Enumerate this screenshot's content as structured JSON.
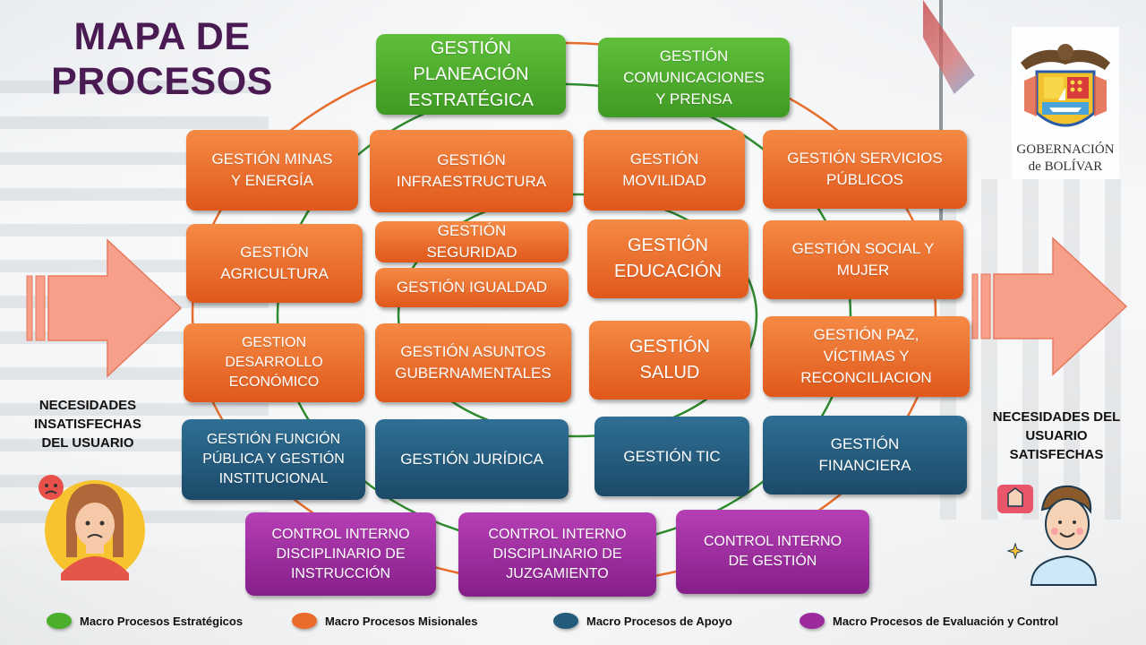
{
  "title": {
    "line1": "MAPA DE",
    "line2": "PROCESOS"
  },
  "logo": {
    "line1": "GOBERNACIÓN",
    "line2": "de BOLÍVAR"
  },
  "needs": {
    "left": "NECESIDADES\nINSATISFECHAS\nDEL USUARIO",
    "right": "NECESIDADES DEL\nUSUARIO\nSATISFECHAS"
  },
  "colors": {
    "strategic": "#4caf2c",
    "missional": "#ea6a2a",
    "support": "#245a7c",
    "evaluation": "#9c2a9e"
  },
  "processes": {
    "planeacion": "GESTIÓN\nPLANEACIÓN\nESTRATÉGICA",
    "comunicaciones": "GESTIÓN\nCOMUNICACIONES\nY PRENSA",
    "minas": "GESTIÓN MINAS\nY ENERGÍA",
    "infraestructura": "GESTIÓN\nINFRAESTRUCTURA",
    "movilidad": "GESTIÓN\nMOVILIDAD",
    "servicios": "GESTIÓN SERVICIOS\nPÚBLICOS",
    "agricultura": "GESTIÓN\nAGRICULTURA",
    "seguridad": "GESTIÓN\nSEGURIDAD",
    "igualdad": "GESTIÓN IGUALDAD",
    "educacion": "GESTIÓN\nEDUCACIÓN",
    "social": "GESTIÓN SOCIAL Y\nMUJER",
    "desarrollo": "GESTION\nDESARROLLO\nECONÓMICO",
    "asuntos": "GESTIÓN ASUNTOS\nGUBERNAMENTALES",
    "salud": "GESTIÓN\nSALUD",
    "paz": "GESTIÓN PAZ,\nVÍCTIMAS Y\nRECONCILIACION",
    "funcion_publica": "GESTIÓN FUNCIÓN\nPÚBLICA Y GESTIÓN\nINSTITUCIONAL",
    "juridica": "GESTIÓN JURÍDICA",
    "tic": "GESTIÓN TIC",
    "financiera": "GESTIÓN\nFINANCIERA",
    "ci_instruccion": "CONTROL INTERNO\nDISCIPLINARIO DE\nINSTRUCCIÓN",
    "ci_juzgamiento": "CONTROL INTERNO\nDISCIPLINARIO DE\nJUZGAMIENTO",
    "ci_gestion": "CONTROL INTERNO\nDE GESTIÓN"
  },
  "legend": [
    {
      "label": "Macro Procesos Estratégicos",
      "color": "#4caf2c"
    },
    {
      "label": "Macro Procesos Misionales",
      "color": "#ea6a2a"
    },
    {
      "label": "Macro Procesos de Apoyo",
      "color": "#245a7c"
    },
    {
      "label": "Macro Procesos de Evaluación y Control",
      "color": "#9c2a9e"
    }
  ]
}
